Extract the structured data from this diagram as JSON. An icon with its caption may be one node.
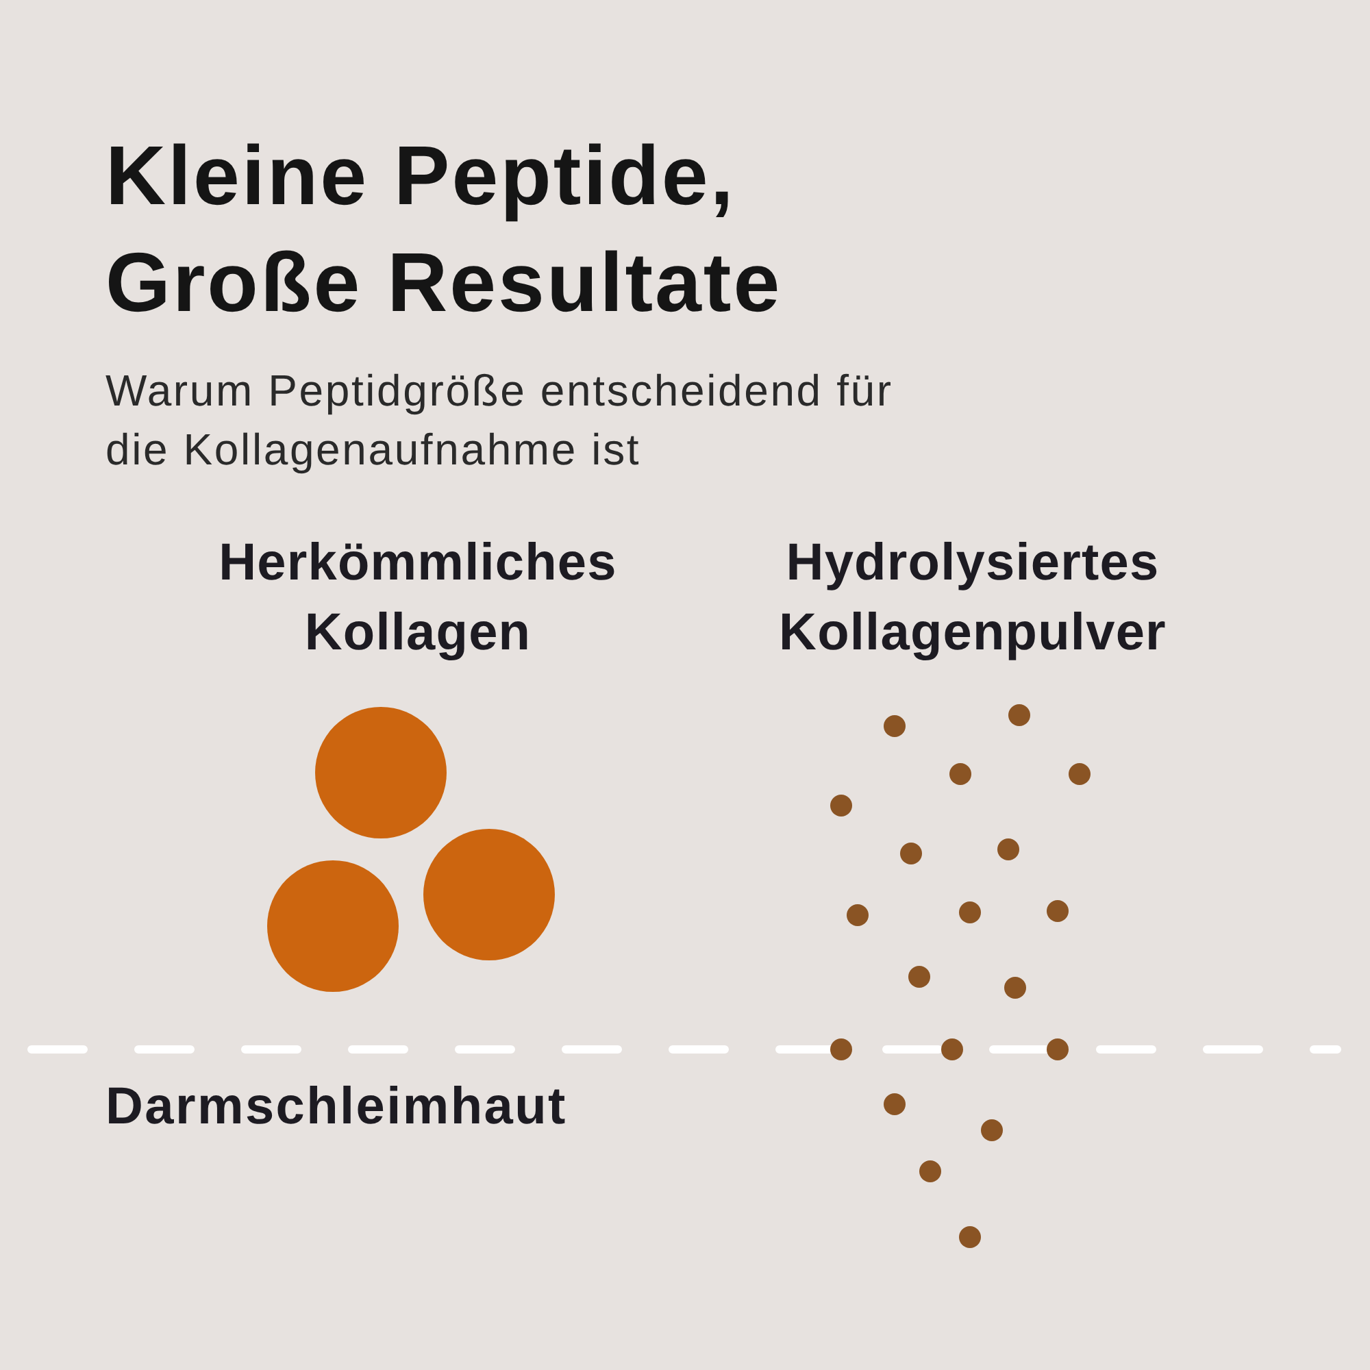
{
  "diagram": {
    "title": "Kleine Peptide, Große Resultate",
    "labels": [
      "Warum Peptidgröße entscheidend für die Kollagenaufnahme ist",
      "Herkömmliches Kollagen",
      "Hydrolysiertes Kollagenpulver",
      "Darmschleimhaut"
    ]
  }
}
